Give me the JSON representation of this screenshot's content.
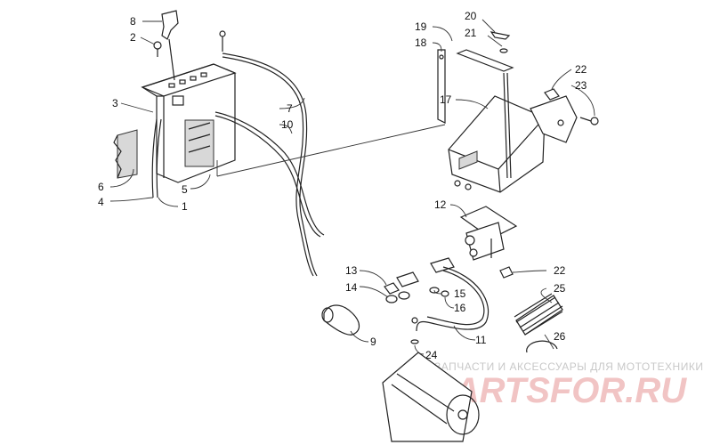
{
  "labels": {
    "p1": "1",
    "p2": "2",
    "p3": "3",
    "p4": "4",
    "p5": "5",
    "p6": "6",
    "p7": "7",
    "p8": "8",
    "p9": "9",
    "p10": "10",
    "p11": "11",
    "p12": "12",
    "p13": "13",
    "p14": "14",
    "p15": "15",
    "p16": "16",
    "p17": "17",
    "p18": "18",
    "p19": "19",
    "p20": "20",
    "p21": "21",
    "p22a": "22",
    "p22b": "22",
    "p23": "23",
    "p24": "24",
    "p25": "25",
    "p26": "26"
  },
  "watermark": {
    "tagline": "ЗАПЧАСТИ И АКСЕССУАРЫ ДЛЯ МОТОТЕХНИКИ",
    "brand": "PARTSFOR.RU"
  }
}
